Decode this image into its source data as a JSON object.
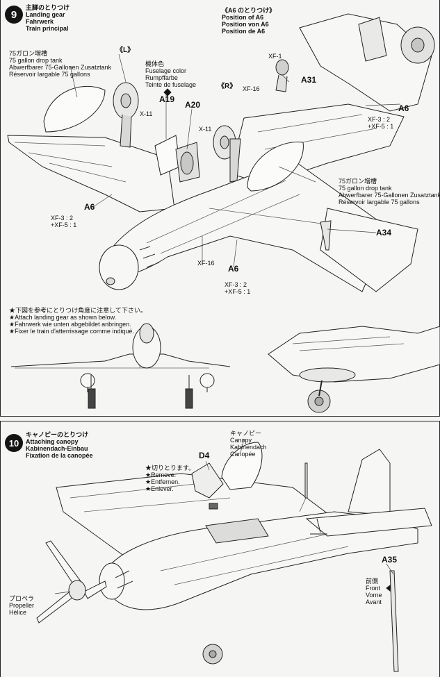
{
  "step9": {
    "number": "9",
    "title_ja": "主脚のとりつけ",
    "title_en": "Landing gear",
    "title_de": "Fahrwerk",
    "title_fr": "Train principal",
    "a6_header": "《A6 のとりつけ》",
    "a6_en": "Position of A6",
    "a6_de": "Position von A6",
    "a6_fr": "Position de A6",
    "left_mark": "《L》",
    "right_mark": "《R》",
    "tank_left_ja": "75ガロン増槽",
    "tank_left_en": "75 gallon drop tank",
    "tank_left_de": "Abwerfbarer 75-Gallonen Zusatztank",
    "tank_left_fr": "Réservoir largable 75 gallons",
    "tank_right_ja": "75ガロン増槽",
    "tank_right_en": "75 gallon drop tank",
    "tank_right_de": "Abwerfbarer 75-Gallonen Zusatztank",
    "tank_right_fr": "Réservoir largable 75 gallons",
    "fuselage_ja": "機体色",
    "fuselage_en": "Fuselage color",
    "fuselage_de": "Rumpffarbe",
    "fuselage_fr": "Teinte de fuselage",
    "parts": {
      "a19": "A19",
      "a20": "A20",
      "a31": "A31",
      "a34": "A34",
      "a6_left": "A6",
      "a6_center": "A6",
      "a6_inset": "A6"
    },
    "paints": {
      "xf1": "XF-1",
      "xf16_top": "XF-16",
      "xf16_bottom": "XF-16",
      "x11_left": "X-11",
      "x11_right": "X-11",
      "mix_right_1": "XF-3 : 2",
      "mix_right_2": "+XF-5 : 1",
      "mix_left_1": "XF-3 : 2",
      "mix_left_2": "+XF-5 : 1",
      "mix_center_1": "XF-3 : 2",
      "mix_center_2": "+XF-5 : 1"
    },
    "note_ja": "★下図を参考にとりつけ角度に注意して下さい。",
    "note_en": "★Attach landing gear as shown below.",
    "note_de": "★Fahrwerk wie unten abgebildet anbringen.",
    "note_fr": "★Fixer le train d'atterrissage comme indiqué."
  },
  "step10": {
    "number": "10",
    "title_ja": "キャノピーのとりつけ",
    "title_en": "Attaching canopy",
    "title_de": "Kabinendach-Einbau",
    "title_fr": "Fixation de la canopée",
    "canopy_ja": "キャノピー",
    "canopy_en": "Canopy",
    "canopy_de": "Kabinendach",
    "canopy_fr": "Canopée",
    "part_d4": "D4",
    "part_a35": "A35",
    "remove_ja": "★切りとります。",
    "remove_en": "★Remove.",
    "remove_de": "★Entfernen.",
    "remove_fr": "★Enlever.",
    "prop_ja": "プロペラ",
    "prop_en": "Propeller",
    "prop_fr": "Hélice",
    "front_ja": "前側",
    "front_en": "Front",
    "front_de": "Vorne",
    "front_fr": "Avant"
  }
}
